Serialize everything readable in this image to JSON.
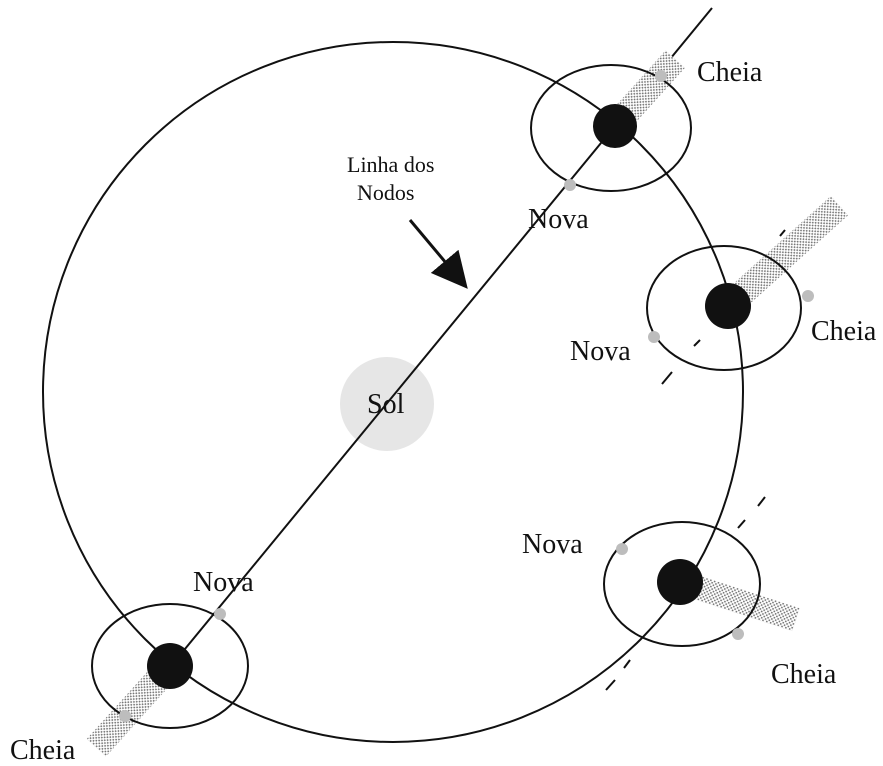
{
  "labels": {
    "line_of_nodes": [
      "Linha dos",
      "Nodos"
    ],
    "sun": "Sol",
    "new": "Nova",
    "full": "Cheia"
  },
  "colors": {
    "ink": "#111111",
    "sun_fill": "#e6e6e6",
    "phase_dot": "#bdbdbd",
    "shadow": "#9a9a9a",
    "earth": "#111111"
  }
}
